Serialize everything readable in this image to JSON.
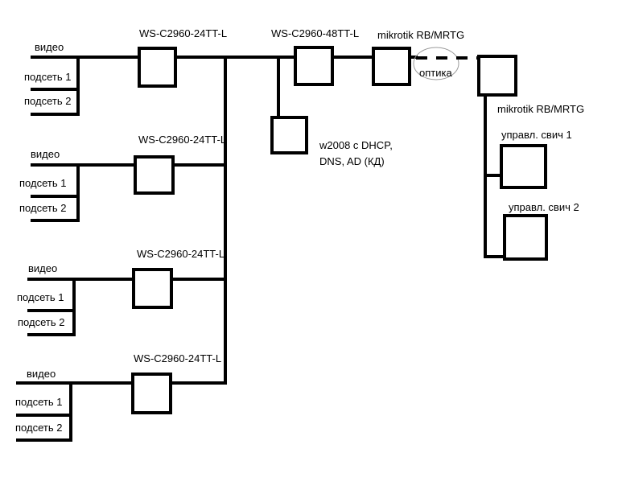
{
  "labels": {
    "video": "видео",
    "subnet1": "подсеть 1",
    "subnet2": "подсеть 2",
    "switch24": "WS-C2960-24TT-L",
    "switch48": "WS-C2960-48TT-L",
    "mikrotik": "mikrotik RB/MRTG",
    "fiber": "оптика",
    "server_line1": "w2008 с DHCP,",
    "server_line2": "DNS, AD (КД)",
    "managed_switch1": "управл. свич 1",
    "managed_switch2": "управл. свич 2"
  }
}
